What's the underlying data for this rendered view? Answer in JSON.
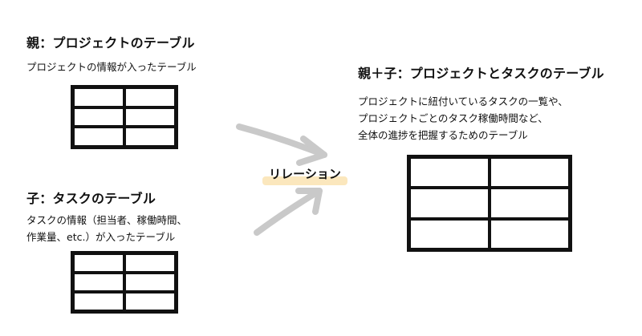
{
  "parent": {
    "title": "親：プロジェクトのテーブル",
    "desc": [
      "プロジェクトの情報が入ったテーブル"
    ]
  },
  "child": {
    "title": "子：タスクのテーブル",
    "desc": [
      "タスクの情報（担当者、稼働時間、",
      "作業量、etc.）が入ったテーブル"
    ]
  },
  "relation": {
    "label": "リレーション"
  },
  "combined": {
    "title": "親＋子：プロジェクトとタスクのテーブル",
    "desc": [
      "プロジェクトに紐付いているタスクの一覧や、",
      "プロジェクトごとのタスク稼働時間など、",
      "全体の進捗を把握するためのテーブル"
    ]
  },
  "colors": {
    "text": "#111111",
    "arrow": "#c9c9c9",
    "highlight": "#fbe7bd"
  }
}
